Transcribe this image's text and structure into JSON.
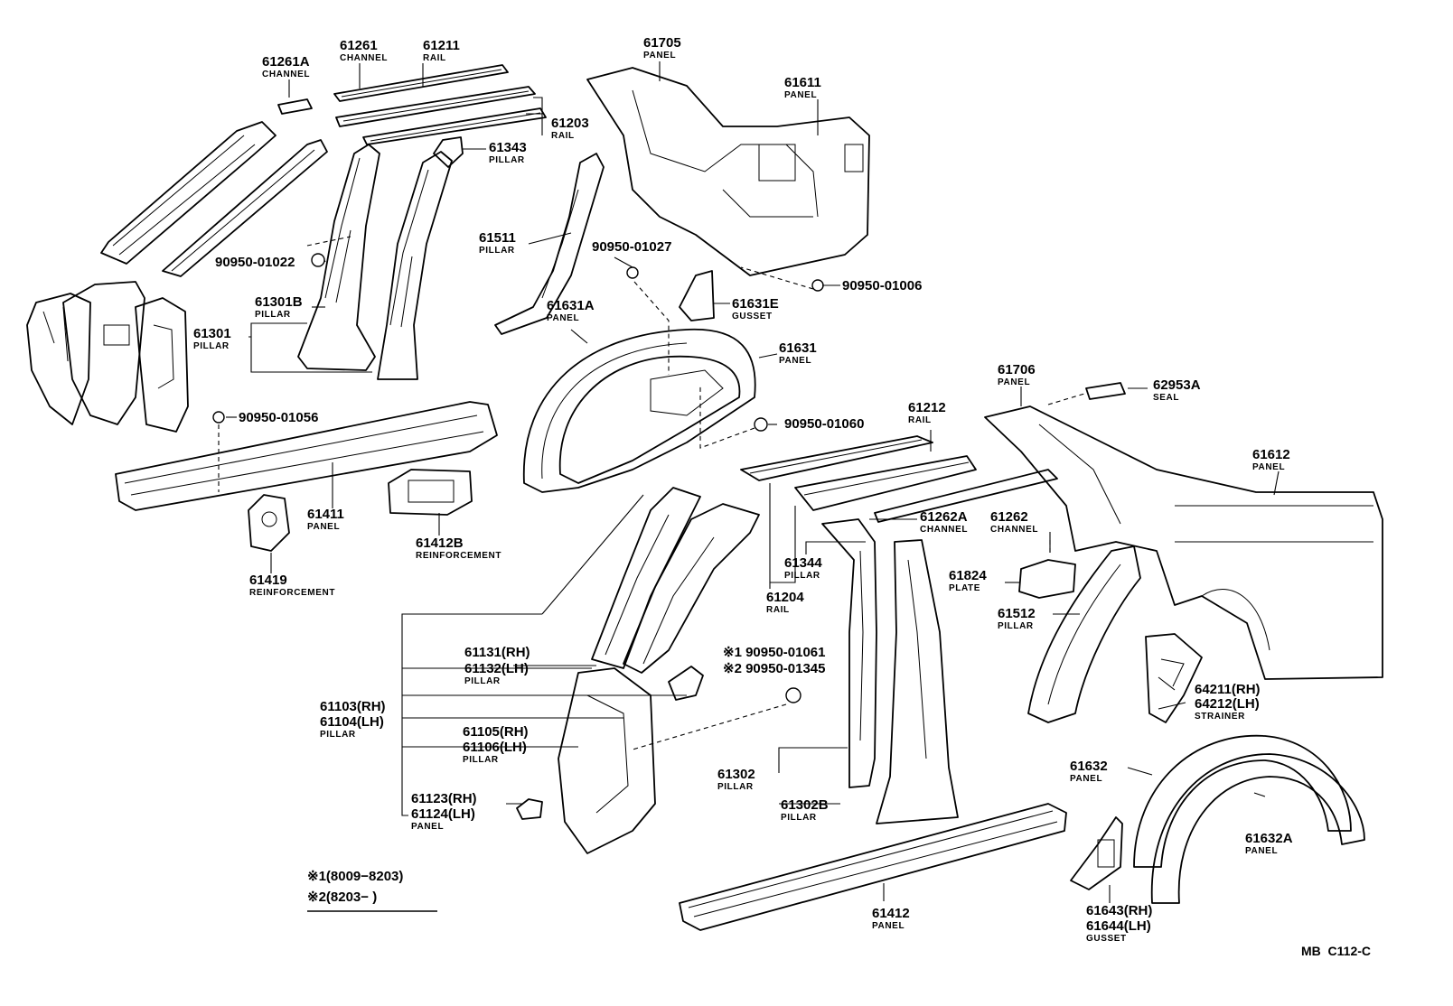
{
  "callouts": [
    {
      "num": "61261A",
      "name": "CHANNEL"
    },
    {
      "num": "61261",
      "name": "CHANNEL"
    },
    {
      "num": "61211",
      "name": "RAIL"
    },
    {
      "num": "61705",
      "name": "PANEL"
    },
    {
      "num": "61611",
      "name": "PANEL"
    },
    {
      "num": "61203",
      "name": "RAIL"
    },
    {
      "num": "61343",
      "name": "PILLAR"
    },
    {
      "num": "61511",
      "name": "PILLAR"
    },
    {
      "num": "90950-01027",
      "name": ""
    },
    {
      "num": "90950-01022",
      "name": ""
    },
    {
      "num": "90950-01006",
      "name": ""
    },
    {
      "num": "61631E",
      "name": "GUSSET"
    },
    {
      "num": "61631A",
      "name": "PANEL"
    },
    {
      "num": "61301B",
      "name": "PILLAR"
    },
    {
      "num": "61301",
      "name": "PILLAR"
    },
    {
      "num": "61631",
      "name": "PANEL"
    },
    {
      "num": "61706",
      "name": "PANEL"
    },
    {
      "num": "62953A",
      "name": "SEAL"
    },
    {
      "num": "90950-01056",
      "name": ""
    },
    {
      "num": "90950-01060",
      "name": ""
    },
    {
      "num": "61212",
      "name": "RAIL"
    },
    {
      "num": "61612",
      "name": "PANEL"
    },
    {
      "num": "61411",
      "name": "PANEL"
    },
    {
      "num": "61262A",
      "name": "CHANNEL"
    },
    {
      "num": "61262",
      "name": "CHANNEL"
    },
    {
      "num": "61412B",
      "name": "REINFORCEMENT"
    },
    {
      "num": "61344",
      "name": "PILLAR"
    },
    {
      "num": "61824",
      "name": "PLATE"
    },
    {
      "num": "61419",
      "name": "REINFORCEMENT"
    },
    {
      "num": "61204",
      "name": "RAIL"
    },
    {
      "num": "61512",
      "name": "PILLAR"
    },
    {
      "num": "61131(RH)",
      "name": ""
    },
    {
      "num": "61132(LH)",
      "name": "PILLAR"
    },
    {
      "num": "※1 90950-01061",
      "name": ""
    },
    {
      "num": "※2 90950-01345",
      "name": ""
    },
    {
      "num": "64211(RH)",
      "name": ""
    },
    {
      "num": "64212(LH)",
      "name": "STRAINER"
    },
    {
      "num": "61103(RH)",
      "name": ""
    },
    {
      "num": "61104(LH)",
      "name": "PILLAR"
    },
    {
      "num": "61105(RH)",
      "name": ""
    },
    {
      "num": "61106(LH)",
      "name": "PILLAR"
    },
    {
      "num": "61632",
      "name": "PANEL"
    },
    {
      "num": "61302",
      "name": "PILLAR"
    },
    {
      "num": "61302B",
      "name": "PILLAR"
    },
    {
      "num": "61632A",
      "name": "PANEL"
    },
    {
      "num": "61123(RH)",
      "name": ""
    },
    {
      "num": "61124(LH)",
      "name": "PANEL"
    },
    {
      "num": "61412",
      "name": "PANEL"
    },
    {
      "num": "61643(RH)",
      "name": ""
    },
    {
      "num": "61644(LH)",
      "name": "GUSSET"
    }
  ],
  "legend": [
    "※1(8009−8203)",
    "※2(8203−      )"
  ],
  "figure_code": "MB  C112-C"
}
